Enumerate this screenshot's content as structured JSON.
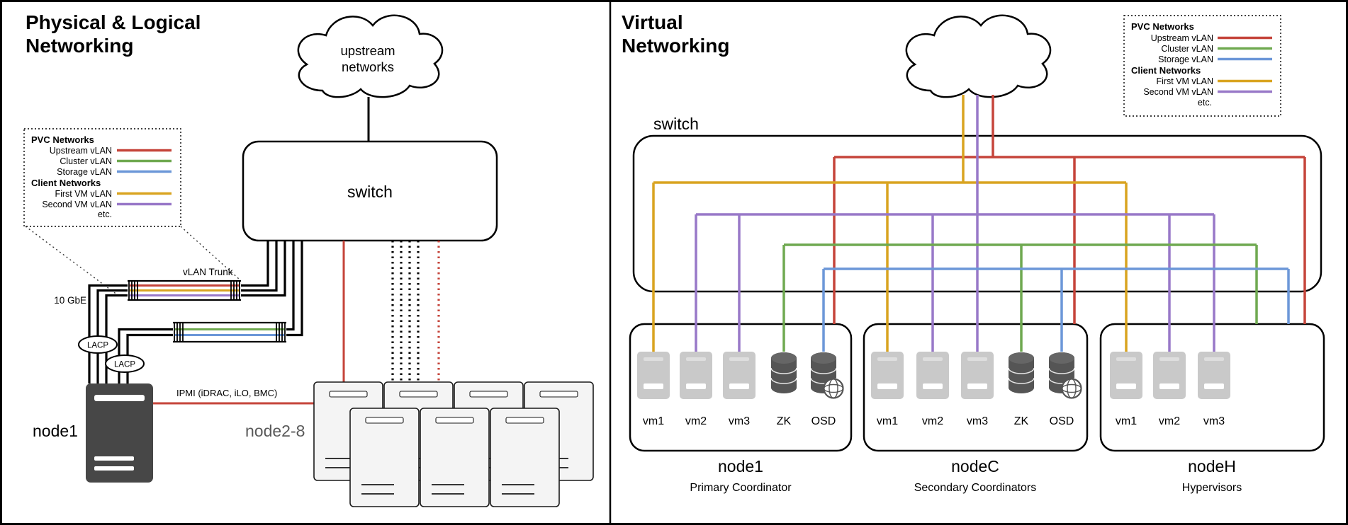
{
  "colors": {
    "upstream_vlan": "#c5443a",
    "cluster_vlan": "#6fa950",
    "storage_vlan": "#6c97d8",
    "first_vm_vlan": "#d9a420",
    "second_vm_vlan": "#9878c8",
    "ipmi": "#c5443a"
  },
  "left_panel": {
    "title_line1": "Physical & Logical",
    "title_line2": "Networking",
    "cloud_line1": "upstream",
    "cloud_line2": "networks",
    "switch_label": "switch",
    "vlan_trunk_label": "vLAN Trunk",
    "ten_gbe_label": "10 GbE",
    "lacp_label": "LACP",
    "ipmi_label": "IPMI (iDRAC, iLO, BMC)",
    "node1_label": "node1",
    "node2_8_label": "node2-8"
  },
  "right_panel": {
    "title_line1": "Virtual",
    "title_line2": "Networking",
    "switch_label": "switch",
    "nodes": [
      {
        "name": "node1",
        "role": "Primary Coordinator",
        "items": [
          "vm1",
          "vm2",
          "vm3",
          "ZK",
          "OSD"
        ]
      },
      {
        "name": "nodeC",
        "role": "Secondary Coordinators",
        "items": [
          "vm1",
          "vm2",
          "vm3",
          "ZK",
          "OSD"
        ]
      },
      {
        "name": "nodeH",
        "role": "Hypervisors",
        "items": [
          "vm1",
          "vm2",
          "vm3"
        ]
      }
    ]
  },
  "legend": {
    "pvc_header": "PVC Networks",
    "client_header": "Client Networks",
    "etc_label": "etc.",
    "items": [
      {
        "label": "Upstream vLAN",
        "color": "#c5443a"
      },
      {
        "label": "Cluster vLAN",
        "color": "#6fa950"
      },
      {
        "label": "Storage vLAN",
        "color": "#6c97d8"
      },
      {
        "label": "First VM vLAN",
        "color": "#d9a420"
      },
      {
        "label": "Second VM vLAN",
        "color": "#9878c8"
      }
    ]
  }
}
